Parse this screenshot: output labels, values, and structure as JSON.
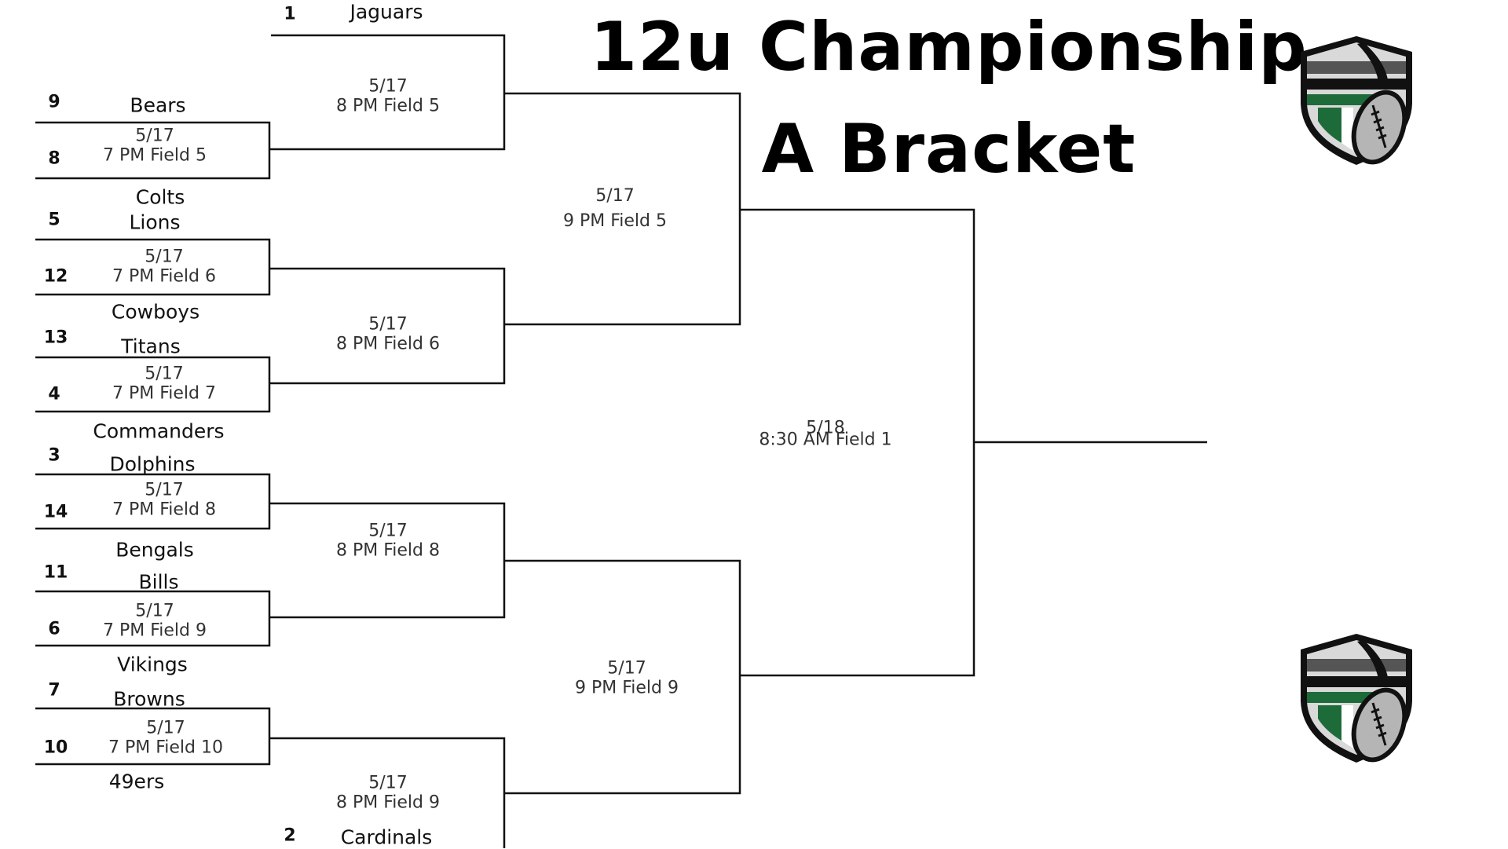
{
  "title": {
    "line1": "12u Championship",
    "line2": "A Bracket"
  },
  "logos": [
    "shield-football-logo",
    "shield-football-logo"
  ],
  "colors": {
    "line": "#111111",
    "accent_green": "#1e6b3a",
    "logo_grey": "#b5b5b5"
  },
  "round1": {
    "seeds": [
      "9",
      "8",
      "5",
      "12",
      "13",
      "4",
      "3",
      "14",
      "11",
      "6",
      "7",
      "10"
    ],
    "teams": [
      "Bears",
      "Colts",
      "Lions",
      "Cowboys",
      "Titans",
      "Commanders",
      "Dolphins",
      "Bengals",
      "Bills",
      "Vikings",
      "Browns",
      "49ers"
    ],
    "games": [
      {
        "date": "5/17",
        "info": "7 PM Field 5"
      },
      {
        "date": "5/17",
        "info": "7 PM Field 6"
      },
      {
        "date": "5/17",
        "info": "7 PM Field 7"
      },
      {
        "date": "5/17",
        "info": "7 PM Field 8"
      },
      {
        "date": "5/17",
        "info": "7 PM Field 9"
      },
      {
        "date": "5/17",
        "info": "7 PM Field 10"
      }
    ]
  },
  "byes": [
    {
      "seed": "1",
      "team": "Jaguars"
    },
    {
      "seed": "2",
      "team": "Cardinals"
    }
  ],
  "round2": [
    {
      "date": "5/17",
      "info": "8 PM Field 5"
    },
    {
      "date": "5/17",
      "info": "8 PM Field 6"
    },
    {
      "date": "5/17",
      "info": "8 PM Field 8"
    },
    {
      "date": "5/17",
      "info": "8 PM Field 9"
    }
  ],
  "semis": [
    {
      "date": "5/17",
      "info": "9 PM Field 5"
    },
    {
      "date": "5/17",
      "info": "9 PM Field 9"
    }
  ],
  "final": {
    "date": "5/18",
    "info": "8:30 AM Field 1"
  }
}
